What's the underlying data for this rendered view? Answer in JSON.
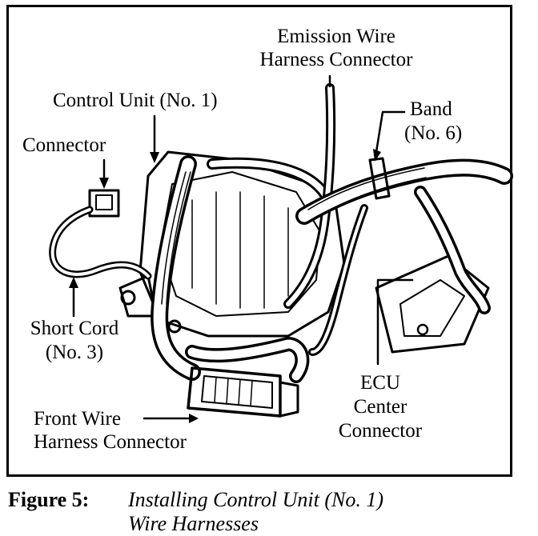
{
  "labels": {
    "emission_line1": "Emission Wire",
    "emission_line2": "Harness Connector",
    "control_unit": "Control Unit (No. 1)",
    "band_line1": "Band",
    "band_line2": "(No. 6)",
    "connector": "Connector",
    "short_cord_line1": "Short Cord",
    "short_cord_line2": "(No. 3)",
    "front_line1": "Front Wire",
    "front_line2": "Harness Connector",
    "ecu_line1": "ECU",
    "ecu_line2": "Center",
    "ecu_line3": "Connector"
  },
  "caption": {
    "figure": "Figure 5:",
    "line1": "Installing Control Unit (No. 1)",
    "line2": "Wire Harnesses"
  }
}
